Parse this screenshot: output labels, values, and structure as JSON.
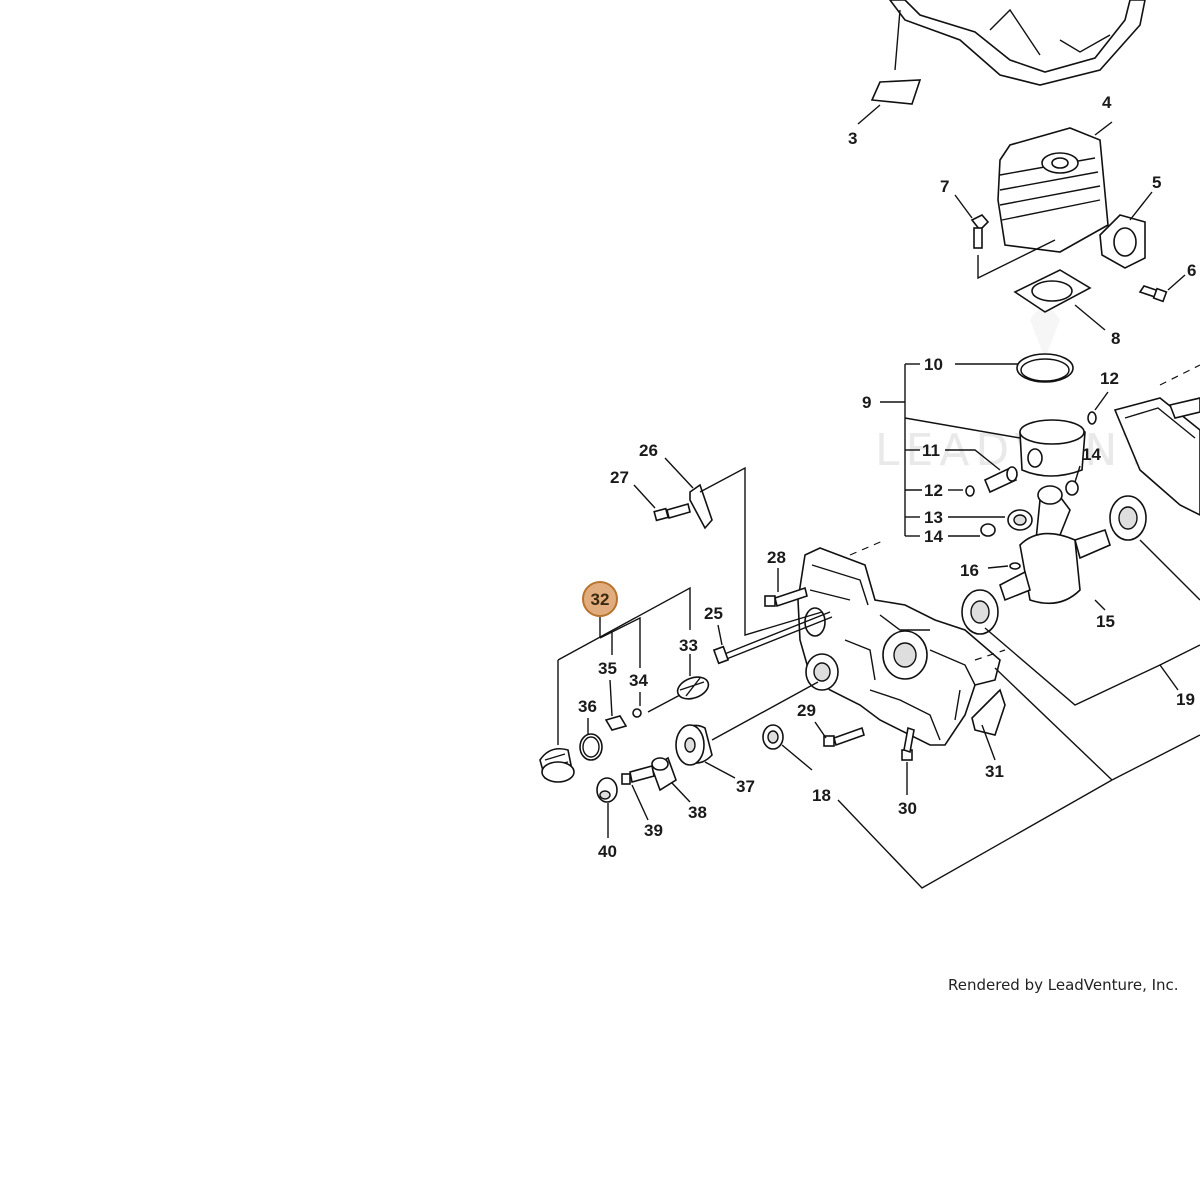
{
  "credit": "Rendered by LeadVenture, Inc.",
  "watermark": "LEADVENTURE",
  "colors": {
    "highlight_fill": "#e2ad7e",
    "highlight_stroke": "#b8742e",
    "line": "#111111"
  },
  "callouts": {
    "c3": "3",
    "c4": "4",
    "c5": "5",
    "c6": "6",
    "c7": "7",
    "c8": "8",
    "c9": "9",
    "c10": "10",
    "c11": "11",
    "c12a": "12",
    "c12b": "12",
    "c13": "13",
    "c14a": "14",
    "c14b": "14",
    "c15": "15",
    "c16": "16",
    "c18": "18",
    "c19": "19",
    "c25": "25",
    "c26": "26",
    "c27": "27",
    "c28": "28",
    "c29": "29",
    "c30": "30",
    "c31": "31",
    "c32": "32",
    "c33": "33",
    "c34": "34",
    "c35": "35",
    "c36": "36",
    "c37": "37",
    "c38": "38",
    "c39": "39",
    "c40": "40"
  },
  "highlighted_part": "32"
}
